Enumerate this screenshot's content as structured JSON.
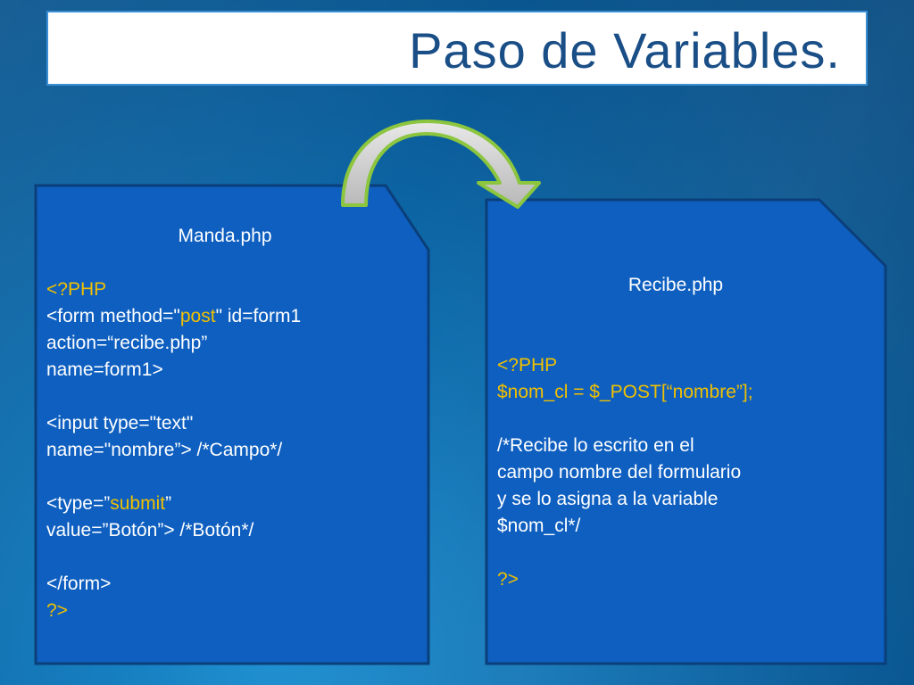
{
  "title": "Paso de Variables.",
  "colors": {
    "accent": "#f0c000",
    "panel": "#0e5fc0",
    "title_text": "#1a4e86"
  },
  "arrow_icon": "curved-arrow-icon",
  "left_panel": {
    "filename": "Manda.php",
    "open_tag": "<?PHP",
    "form_line_a": "<form method=\"",
    "form_line_method": "post",
    "form_line_b": "\" id=form1",
    "action_line": "action=“recibe.php”",
    "name_line": "name=form1>",
    "input_line1": "<input type=\"text\"",
    "input_line2": "name=\"nombre”> /*Campo*/",
    "type_line_a": "<type=”",
    "type_line_submit": "submit",
    "type_line_b": "”",
    "value_line": "value=”Botón”> /*Botón*/",
    "close_form": "</form>",
    "close_tag": "?>"
  },
  "right_panel": {
    "filename": "Recibe.php",
    "open_tag": "<?PHP",
    "assign_line": "$nom_cl = $_POST[“nombre”];",
    "comment_line1": "/*Recibe lo escrito en el",
    "comment_line2": "campo nombre del formulario",
    "comment_line3": "y se lo asigna a la variable",
    "comment_line4": "$nom_cl*/",
    "close_tag": "?>"
  }
}
